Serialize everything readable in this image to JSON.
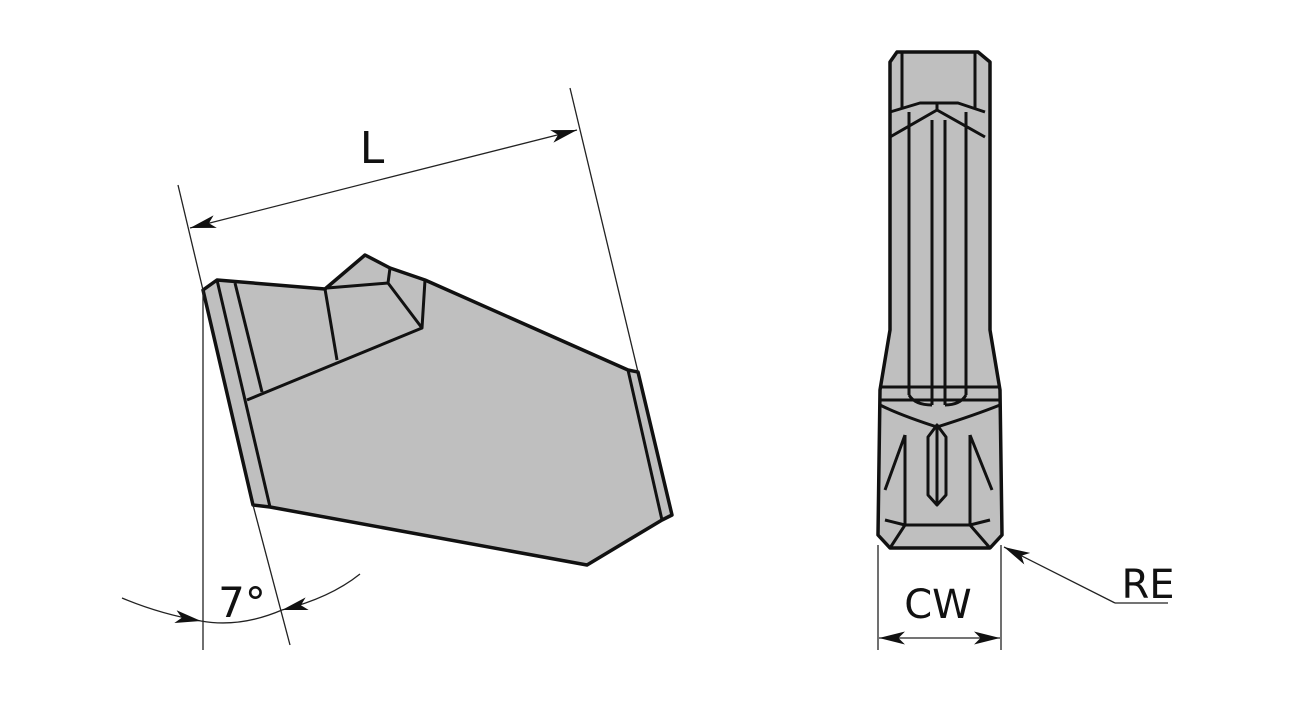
{
  "labels": {
    "length": "L",
    "angle": "7°",
    "cutting_width": "CW",
    "corner_radius": "RE"
  },
  "colors": {
    "insert_fill": "#bfbfbf",
    "line": "#111111"
  }
}
